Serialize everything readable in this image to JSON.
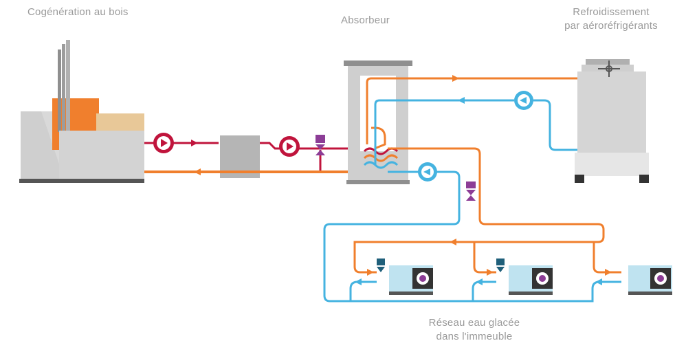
{
  "labels": {
    "cogeneration": "Cogénération au bois",
    "absorbeur": "Absorbeur",
    "refroidissement_line1": "Refroidissement",
    "refroidissement_line2": "par aéroréfrigérants",
    "reseau_line1": "Réseau eau glacée",
    "reseau_line2": "dans l'immeuble"
  },
  "colors": {
    "hot_loop": "#c0143c",
    "warm_loop": "#f07f2d",
    "cold_loop": "#45b3e0",
    "valve": "#8c3d96",
    "equipment": "#c8c8c8",
    "equipment_dark": "#a8a8a8",
    "text": "#9a9a9a"
  },
  "icons": {
    "pump": "circulation-pump-icon",
    "valve": "three-way-valve-icon",
    "fan": "fan-icon",
    "heat_exchanger": "heat-exchanger-icon"
  }
}
